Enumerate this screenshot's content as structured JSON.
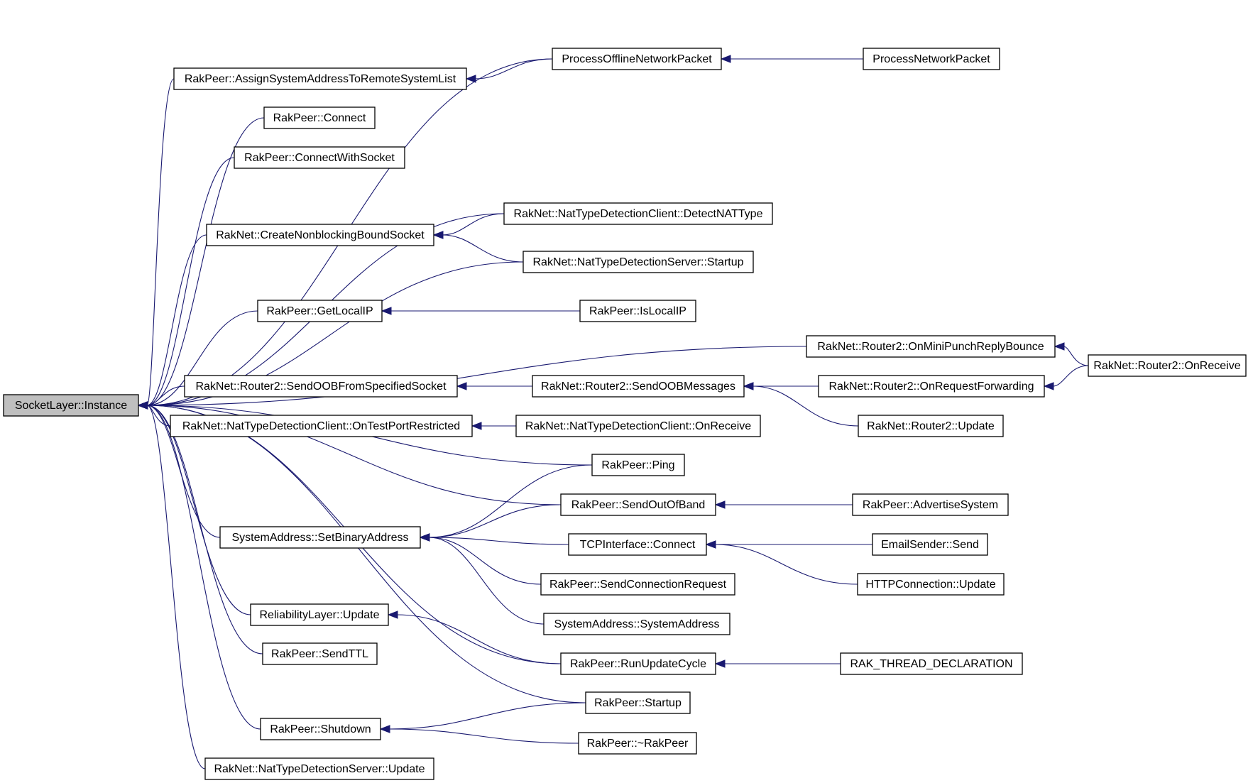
{
  "nodes": [
    {
      "id": "socketlayer_instance",
      "label": "SocketLayer::Instance",
      "focus": true
    },
    {
      "id": "assign_sysaddr",
      "label": "RakPeer::AssignSystemAddressToRemoteSystemList"
    },
    {
      "id": "process_offline",
      "label": "ProcessOfflineNetworkPacket"
    },
    {
      "id": "process_network",
      "label": "ProcessNetworkPacket"
    },
    {
      "id": "rakpeer_connect",
      "label": "RakPeer::Connect"
    },
    {
      "id": "connect_with_socket",
      "label": "RakPeer::ConnectWithSocket"
    },
    {
      "id": "create_nonblocking",
      "label": "RakNet::CreateNonblockingBoundSocket"
    },
    {
      "id": "ntdc_detect",
      "label": "RakNet::NatTypeDetectionClient::DetectNATType"
    },
    {
      "id": "ntds_startup",
      "label": "RakNet::NatTypeDetectionServer::Startup"
    },
    {
      "id": "get_local_ip",
      "label": "RakPeer::GetLocalIP"
    },
    {
      "id": "is_local_ip",
      "label": "RakPeer::IsLocalIP"
    },
    {
      "id": "router2_minipunch",
      "label": "RakNet::Router2::OnMiniPunchReplyBounce"
    },
    {
      "id": "router2_onreceive",
      "label": "RakNet::Router2::OnReceive"
    },
    {
      "id": "router2_sendoob_specified",
      "label": "RakNet::Router2::SendOOBFromSpecifiedSocket"
    },
    {
      "id": "router2_sendoob_messages",
      "label": "RakNet::Router2::SendOOBMessages"
    },
    {
      "id": "router2_onreqfwd",
      "label": "RakNet::Router2::OnRequestForwarding"
    },
    {
      "id": "router2_update",
      "label": "RakNet::Router2::Update"
    },
    {
      "id": "ntdc_testport",
      "label": "RakNet::NatTypeDetectionClient::OnTestPortRestricted"
    },
    {
      "id": "ntdc_onreceive",
      "label": "RakNet::NatTypeDetectionClient::OnReceive"
    },
    {
      "id": "rakpeer_ping",
      "label": "RakPeer::Ping"
    },
    {
      "id": "rakpeer_sendoob",
      "label": "RakPeer::SendOutOfBand"
    },
    {
      "id": "rakpeer_advertise",
      "label": "RakPeer::AdvertiseSystem"
    },
    {
      "id": "sysaddr_setbinary",
      "label": "SystemAddress::SetBinaryAddress"
    },
    {
      "id": "tcp_connect",
      "label": "TCPInterface::Connect"
    },
    {
      "id": "email_send",
      "label": "EmailSender::Send"
    },
    {
      "id": "send_conn_req",
      "label": "RakPeer::SendConnectionRequest"
    },
    {
      "id": "http_update",
      "label": "HTTPConnection::Update"
    },
    {
      "id": "sysaddr_ctor",
      "label": "SystemAddress::SystemAddress"
    },
    {
      "id": "reliability_update",
      "label": "ReliabilityLayer::Update"
    },
    {
      "id": "rakpeer_runupdate",
      "label": "RakPeer::RunUpdateCycle"
    },
    {
      "id": "rak_thread",
      "label": "RAK_THREAD_DECLARATION"
    },
    {
      "id": "rakpeer_sendttl",
      "label": "RakPeer::SendTTL"
    },
    {
      "id": "rakpeer_startup",
      "label": "RakPeer::Startup"
    },
    {
      "id": "rakpeer_shutdown",
      "label": "RakPeer::Shutdown"
    },
    {
      "id": "rakpeer_dtor",
      "label": "RakPeer::~RakPeer"
    },
    {
      "id": "ntds_update",
      "label": "RakNet::NatTypeDetectionServer::Update"
    }
  ],
  "edges": [
    {
      "caller": "process_offline",
      "callee": "socketlayer_instance"
    },
    {
      "caller": "assign_sysaddr",
      "callee": "socketlayer_instance"
    },
    {
      "caller": "process_offline",
      "callee": "assign_sysaddr"
    },
    {
      "caller": "process_network",
      "callee": "process_offline"
    },
    {
      "caller": "rakpeer_connect",
      "callee": "socketlayer_instance"
    },
    {
      "caller": "connect_with_socket",
      "callee": "socketlayer_instance"
    },
    {
      "caller": "ntdc_detect",
      "callee": "socketlayer_instance"
    },
    {
      "caller": "create_nonblocking",
      "callee": "socketlayer_instance"
    },
    {
      "caller": "ntdc_detect",
      "callee": "create_nonblocking"
    },
    {
      "caller": "ntds_startup",
      "callee": "create_nonblocking"
    },
    {
      "caller": "ntds_startup",
      "callee": "socketlayer_instance"
    },
    {
      "caller": "get_local_ip",
      "callee": "socketlayer_instance"
    },
    {
      "caller": "is_local_ip",
      "callee": "get_local_ip"
    },
    {
      "caller": "router2_minipunch",
      "callee": "socketlayer_instance"
    },
    {
      "caller": "router2_onreceive",
      "callee": "router2_minipunch"
    },
    {
      "caller": "router2_sendoob_specified",
      "callee": "socketlayer_instance"
    },
    {
      "caller": "router2_sendoob_messages",
      "callee": "router2_sendoob_specified"
    },
    {
      "caller": "router2_onreqfwd",
      "callee": "router2_sendoob_messages"
    },
    {
      "caller": "router2_onreceive",
      "callee": "router2_onreqfwd"
    },
    {
      "caller": "router2_update",
      "callee": "router2_sendoob_messages"
    },
    {
      "caller": "ntdc_testport",
      "callee": "socketlayer_instance"
    },
    {
      "caller": "ntdc_onreceive",
      "callee": "ntdc_testport"
    },
    {
      "caller": "rakpeer_ping",
      "callee": "socketlayer_instance"
    },
    {
      "caller": "rakpeer_sendoob",
      "callee": "socketlayer_instance"
    },
    {
      "caller": "rakpeer_advertise",
      "callee": "rakpeer_sendoob"
    },
    {
      "caller": "sysaddr_setbinary",
      "callee": "socketlayer_instance"
    },
    {
      "caller": "rakpeer_ping",
      "callee": "sysaddr_setbinary"
    },
    {
      "caller": "rakpeer_sendoob",
      "callee": "sysaddr_setbinary"
    },
    {
      "caller": "tcp_connect",
      "callee": "sysaddr_setbinary"
    },
    {
      "caller": "send_conn_req",
      "callee": "sysaddr_setbinary"
    },
    {
      "caller": "sysaddr_ctor",
      "callee": "sysaddr_setbinary"
    },
    {
      "caller": "email_send",
      "callee": "tcp_connect"
    },
    {
      "caller": "http_update",
      "callee": "tcp_connect"
    },
    {
      "caller": "rakpeer_runupdate",
      "callee": "socketlayer_instance"
    },
    {
      "caller": "reliability_update",
      "callee": "socketlayer_instance"
    },
    {
      "caller": "rakpeer_runupdate",
      "callee": "reliability_update"
    },
    {
      "caller": "rak_thread",
      "callee": "rakpeer_runupdate"
    },
    {
      "caller": "rakpeer_sendttl",
      "callee": "socketlayer_instance"
    },
    {
      "caller": "rakpeer_startup",
      "callee": "socketlayer_instance"
    },
    {
      "caller": "rakpeer_shutdown",
      "callee": "socketlayer_instance"
    },
    {
      "caller": "rakpeer_startup",
      "callee": "rakpeer_shutdown"
    },
    {
      "caller": "rakpeer_dtor",
      "callee": "rakpeer_shutdown"
    },
    {
      "caller": "ntds_update",
      "callee": "socketlayer_instance"
    }
  ],
  "colors": {
    "edge": "#191970",
    "focus_fill": "#bfbfbf",
    "node_fill": "#ffffff",
    "border": "#000000"
  }
}
